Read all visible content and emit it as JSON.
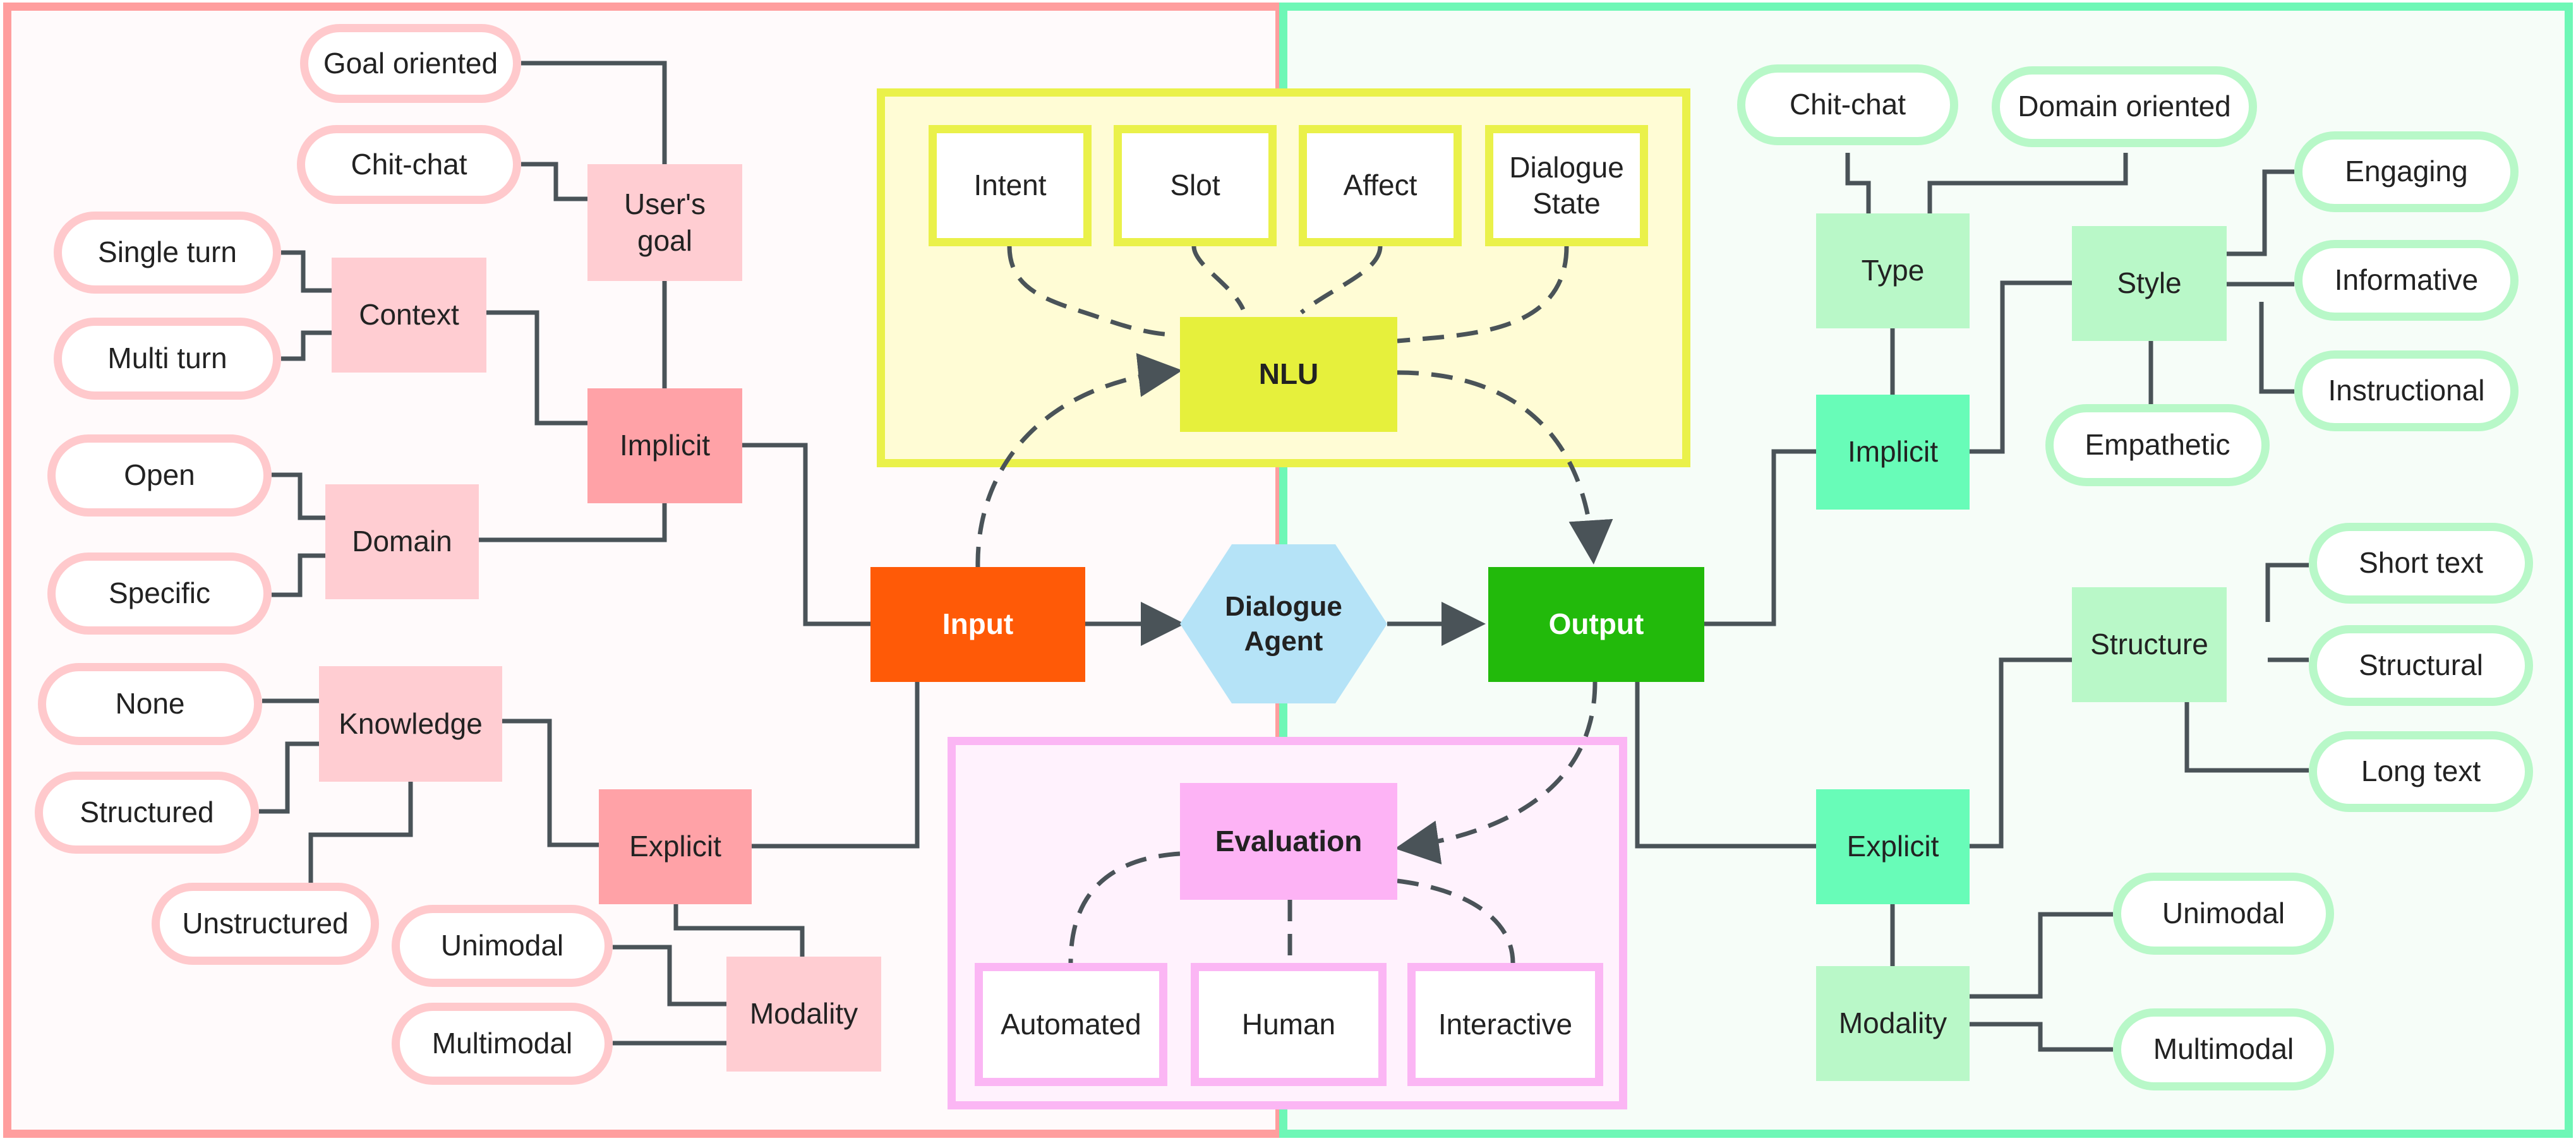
{
  "colors": {
    "left_border": "#ff9e9e",
    "left_bg": "#fffafb",
    "right_border": "#6ef7b6",
    "right_bg": "#f6fdf8",
    "pill_pink": "#ffc9cc",
    "box_pink": "#ffcdd2",
    "box_pink_dark": "#ffa2a7",
    "pill_green": "#b8f8c8",
    "box_green": "#b9f8c8",
    "box_green_dark": "#68fcb8",
    "nlu_area_border": "#eaf14a",
    "nlu_area_bg": "#fffcd5",
    "nlu_fill": "#e6f03c",
    "eval_area_border": "#fbb6f4",
    "eval_area_bg": "#fff2fd",
    "eval_fill": "#fdb3f5",
    "input_fill": "#ff5a07",
    "output_fill": "#22ba0b",
    "agent_fill": "#b5e3f7",
    "line": "#4a5358"
  },
  "center": {
    "input": "Input",
    "agent": "Dialogue Agent",
    "output": "Output",
    "nlu": "NLU",
    "nlu_items": [
      "Intent",
      "Slot",
      "Affect",
      "Dialogue State"
    ],
    "evaluation": "Evaluation",
    "evaluation_items": [
      "Automated",
      "Human",
      "Interactive"
    ]
  },
  "input_side": {
    "implicit": "Implicit",
    "explicit": "Explicit",
    "users_goal": "User's goal",
    "goal_items": [
      "Goal oriented",
      "Chit-chat"
    ],
    "context": "Context",
    "context_items": [
      "Single turn",
      "Multi turn"
    ],
    "domain": "Domain",
    "domain_items": [
      "Open",
      "Specific"
    ],
    "knowledge": "Knowledge",
    "knowledge_items": [
      "None",
      "Structured",
      "Unstructured"
    ],
    "modality": "Modality",
    "modality_items": [
      "Unimodal",
      "Multimodal"
    ]
  },
  "output_side": {
    "implicit": "Implicit",
    "explicit": "Explicit",
    "type": "Type",
    "type_items": [
      "Chit-chat",
      "Domain oriented"
    ],
    "style": "Style",
    "style_items": [
      "Engaging",
      "Informative",
      "Instructional",
      "Empathetic"
    ],
    "structure": "Structure",
    "structure_items": [
      "Short text",
      "Structural",
      "Long text"
    ],
    "modality": "Modality",
    "modality_items": [
      "Unimodal",
      "Multimodal"
    ]
  }
}
